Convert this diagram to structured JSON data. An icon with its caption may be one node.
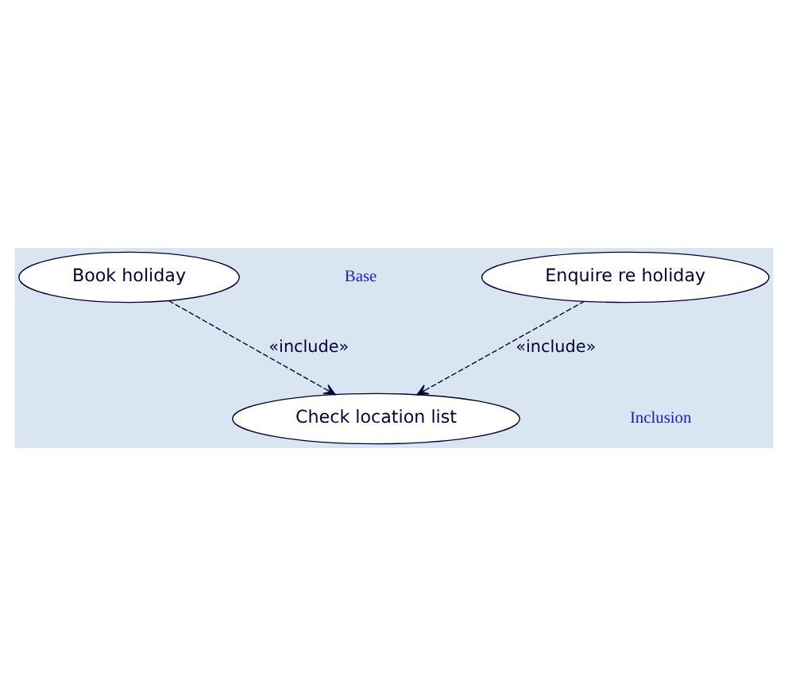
{
  "diagram": {
    "nodes": [
      {
        "text": [
          "Book holiday"
        ]
      },
      {
        "text": [
          "Enquire re holiday"
        ]
      },
      {
        "text": [
          "Check location list"
        ]
      }
    ],
    "edges": [
      {
        "from": 0,
        "to": 2,
        "arrow": "to",
        "label": "«include»",
        "style": "dashed"
      },
      {
        "from": 1,
        "to": 2,
        "arrow": "to",
        "label": "«include»",
        "style": "dashed"
      }
    ],
    "labels": [
      "Base",
      "Inclusion"
    ]
  }
}
